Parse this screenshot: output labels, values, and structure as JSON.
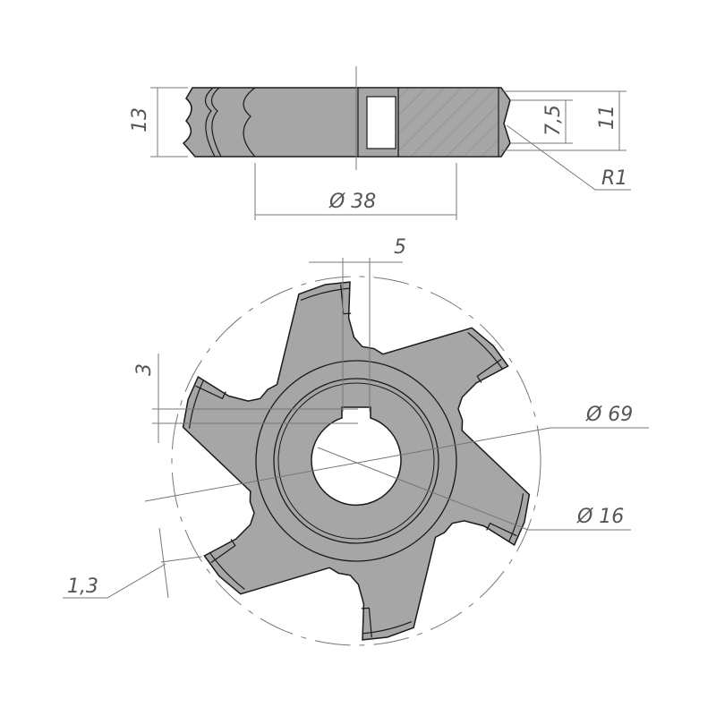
{
  "colors": {
    "body": "#a6a6a6",
    "outline": "#1a1a1a",
    "dim": "#777777"
  },
  "dimensions": {
    "height_total": "13",
    "profile_height": "7,5",
    "body_height": "11",
    "radius": "R1",
    "hub_diameter": "Ø 38",
    "tooth_width": "5",
    "keyway": "3",
    "outer_diameter": "Ø 69",
    "bore_diameter": "Ø 16",
    "insert_thickness": "1,3"
  },
  "teeth_count": 6
}
